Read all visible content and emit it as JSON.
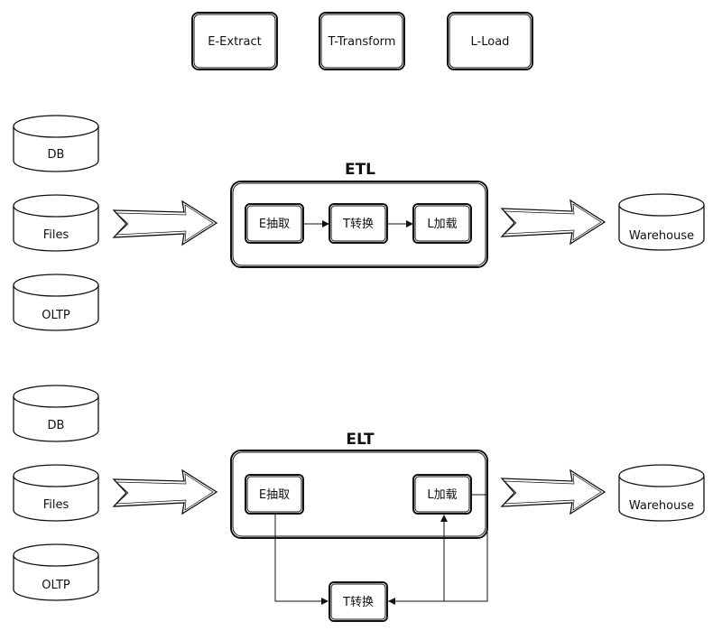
{
  "legend": {
    "extract": "E-Extract",
    "transform": "T-Transform",
    "load": "L-Load"
  },
  "etl": {
    "title": "ETL",
    "sources": [
      "DB",
      "Files",
      "OLTP"
    ],
    "steps": {
      "extract": "E抽取",
      "transform": "T转换",
      "load": "L加载"
    },
    "target": "Warehouse"
  },
  "elt": {
    "title": "ELT",
    "sources": [
      "DB",
      "Files",
      "OLTP"
    ],
    "steps": {
      "extract": "E抽取",
      "transform": "T转换",
      "load": "L加载"
    },
    "target": "Warehouse"
  },
  "colors": {
    "stroke": "#111111",
    "fill": "#ffffff"
  }
}
